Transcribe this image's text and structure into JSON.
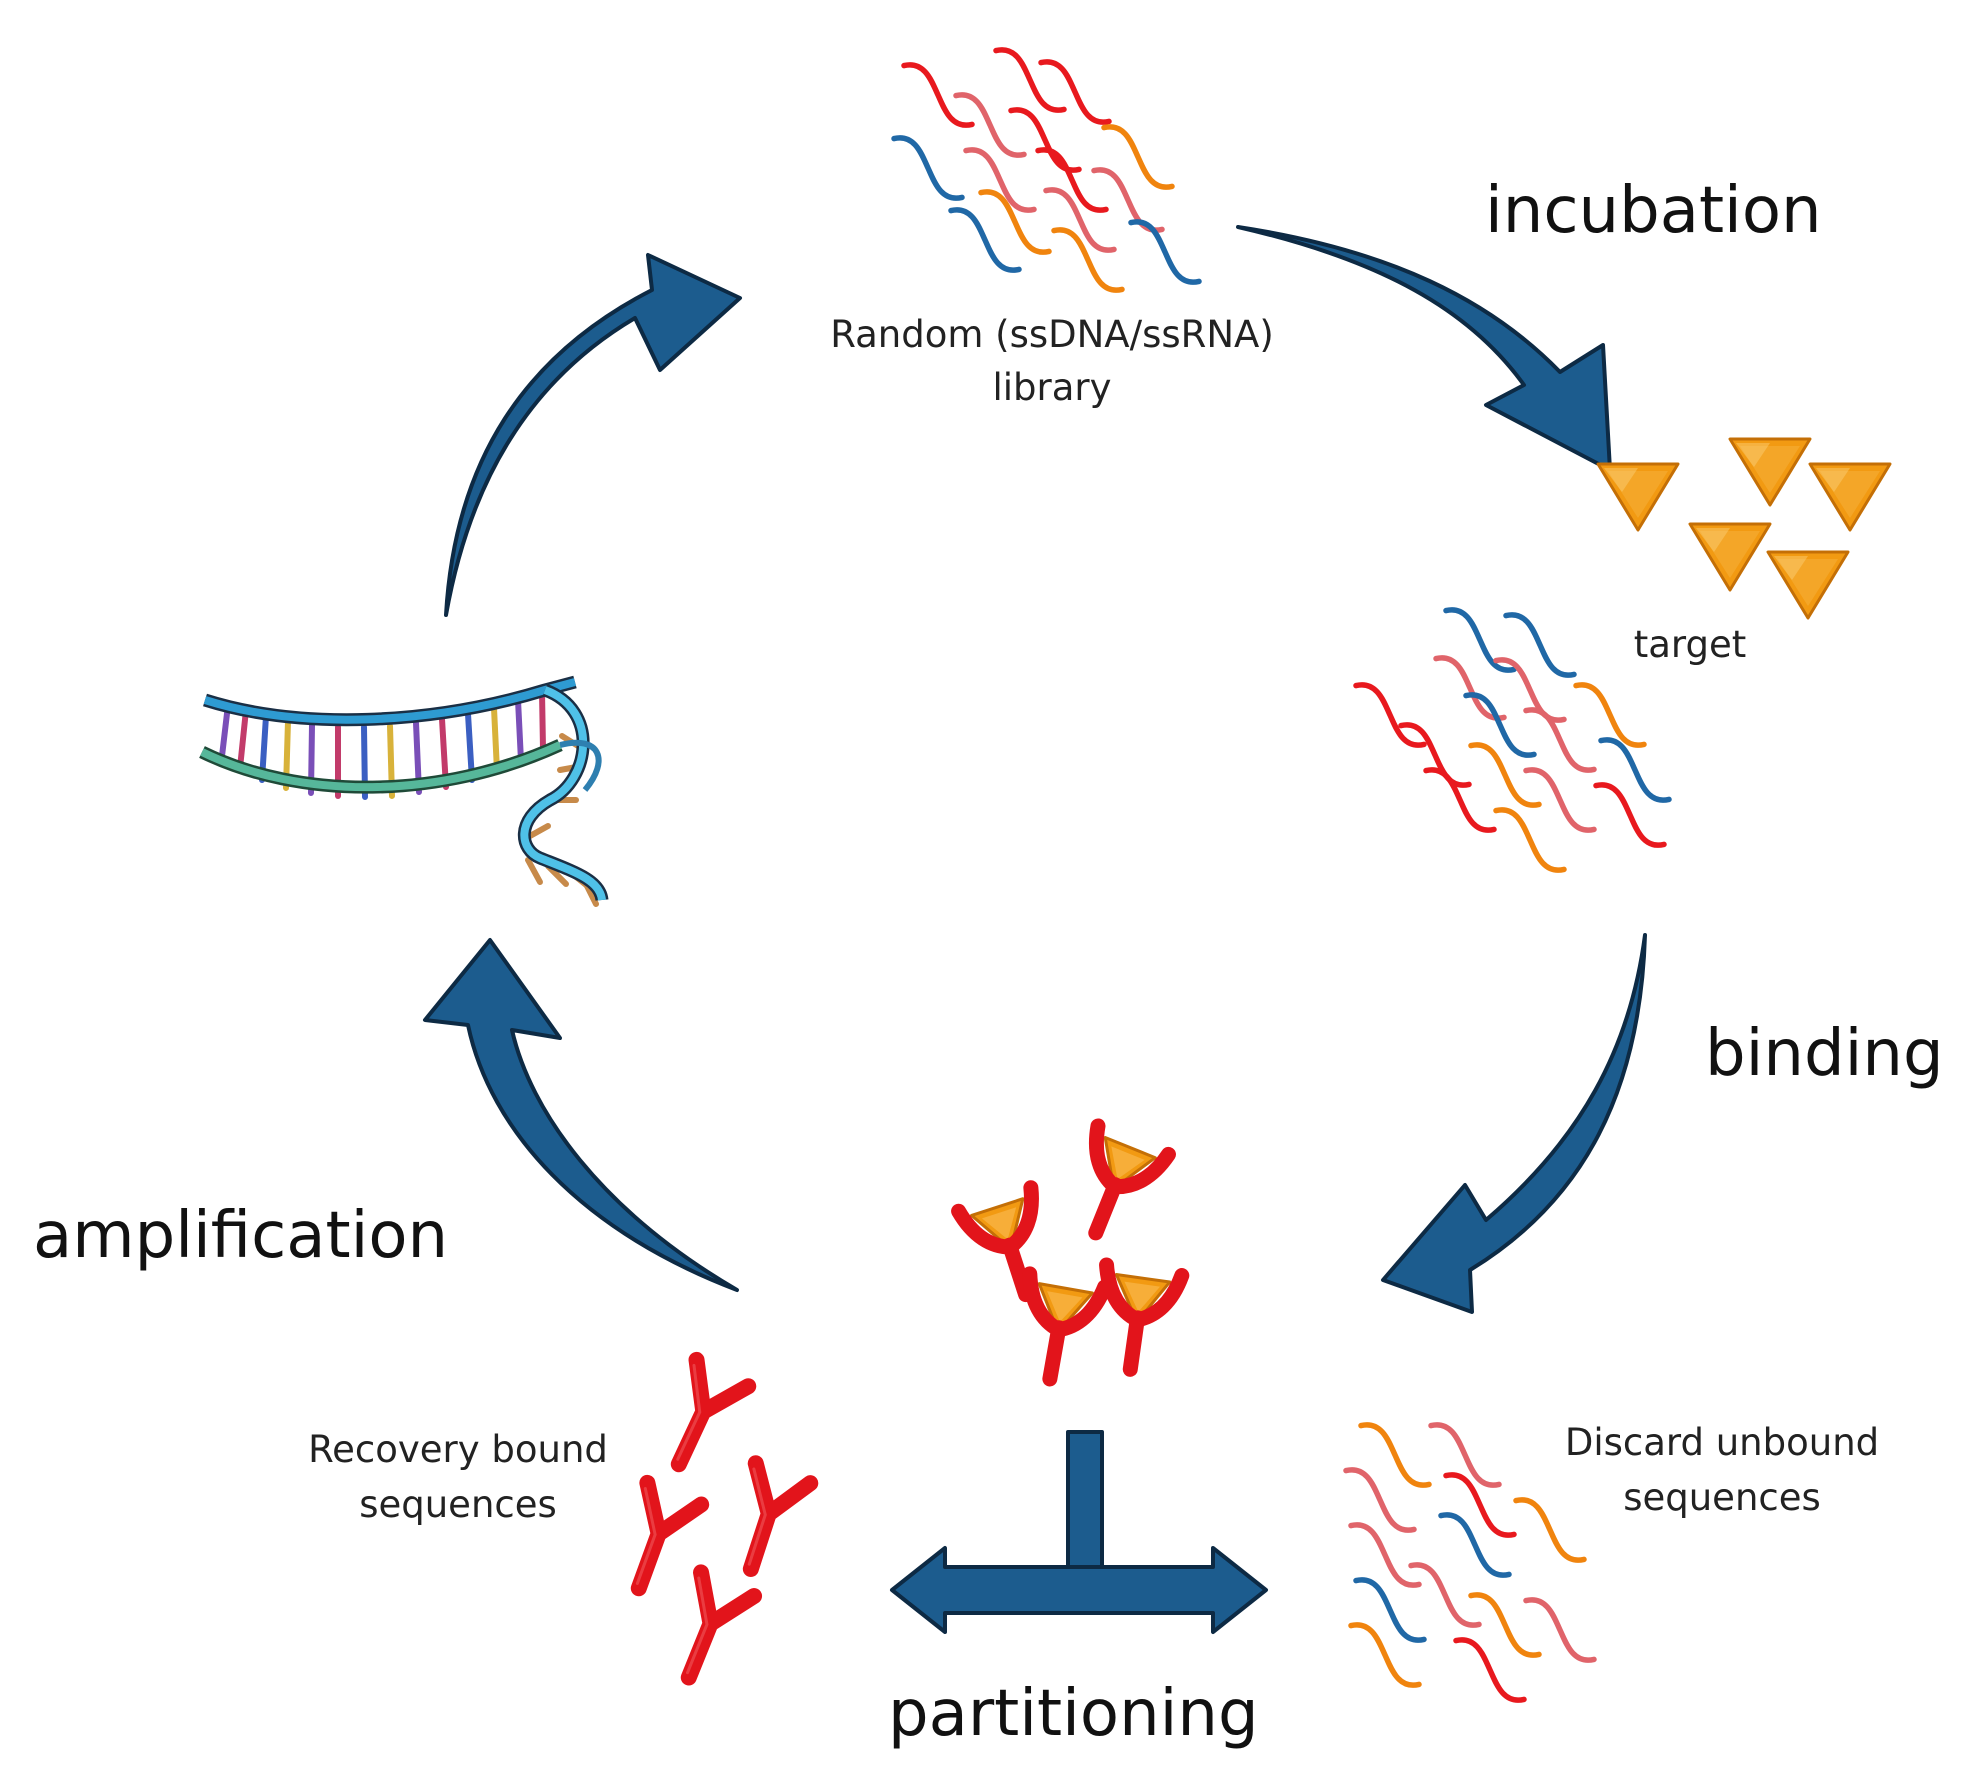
{
  "colors": {
    "arrow": "#1c5c8e",
    "strand_red": "#e8191e",
    "strand_pink": "#e0646a",
    "strand_blue": "#2068a6",
    "strand_orange": "#f0840e",
    "target_orange": "#f29a12",
    "aptamer_red": "#e2141b"
  },
  "steps": {
    "incubation": "incubation",
    "binding": "binding",
    "partitioning": "partitioning",
    "amplification": "amplification"
  },
  "library": {
    "line1": "Random (ssDNA/ssRNA)",
    "line2": "library"
  },
  "target_label": "target",
  "recovery": {
    "line1": "Recovery bound",
    "line2": "sequences"
  },
  "discard": {
    "line1": "Discard unbound",
    "line2": "sequences"
  },
  "icons": {
    "library": "oligonucleotide-strands",
    "target": "target-triangles",
    "complex": "aptamer-target-complex",
    "dna": "dna-double-helix"
  }
}
